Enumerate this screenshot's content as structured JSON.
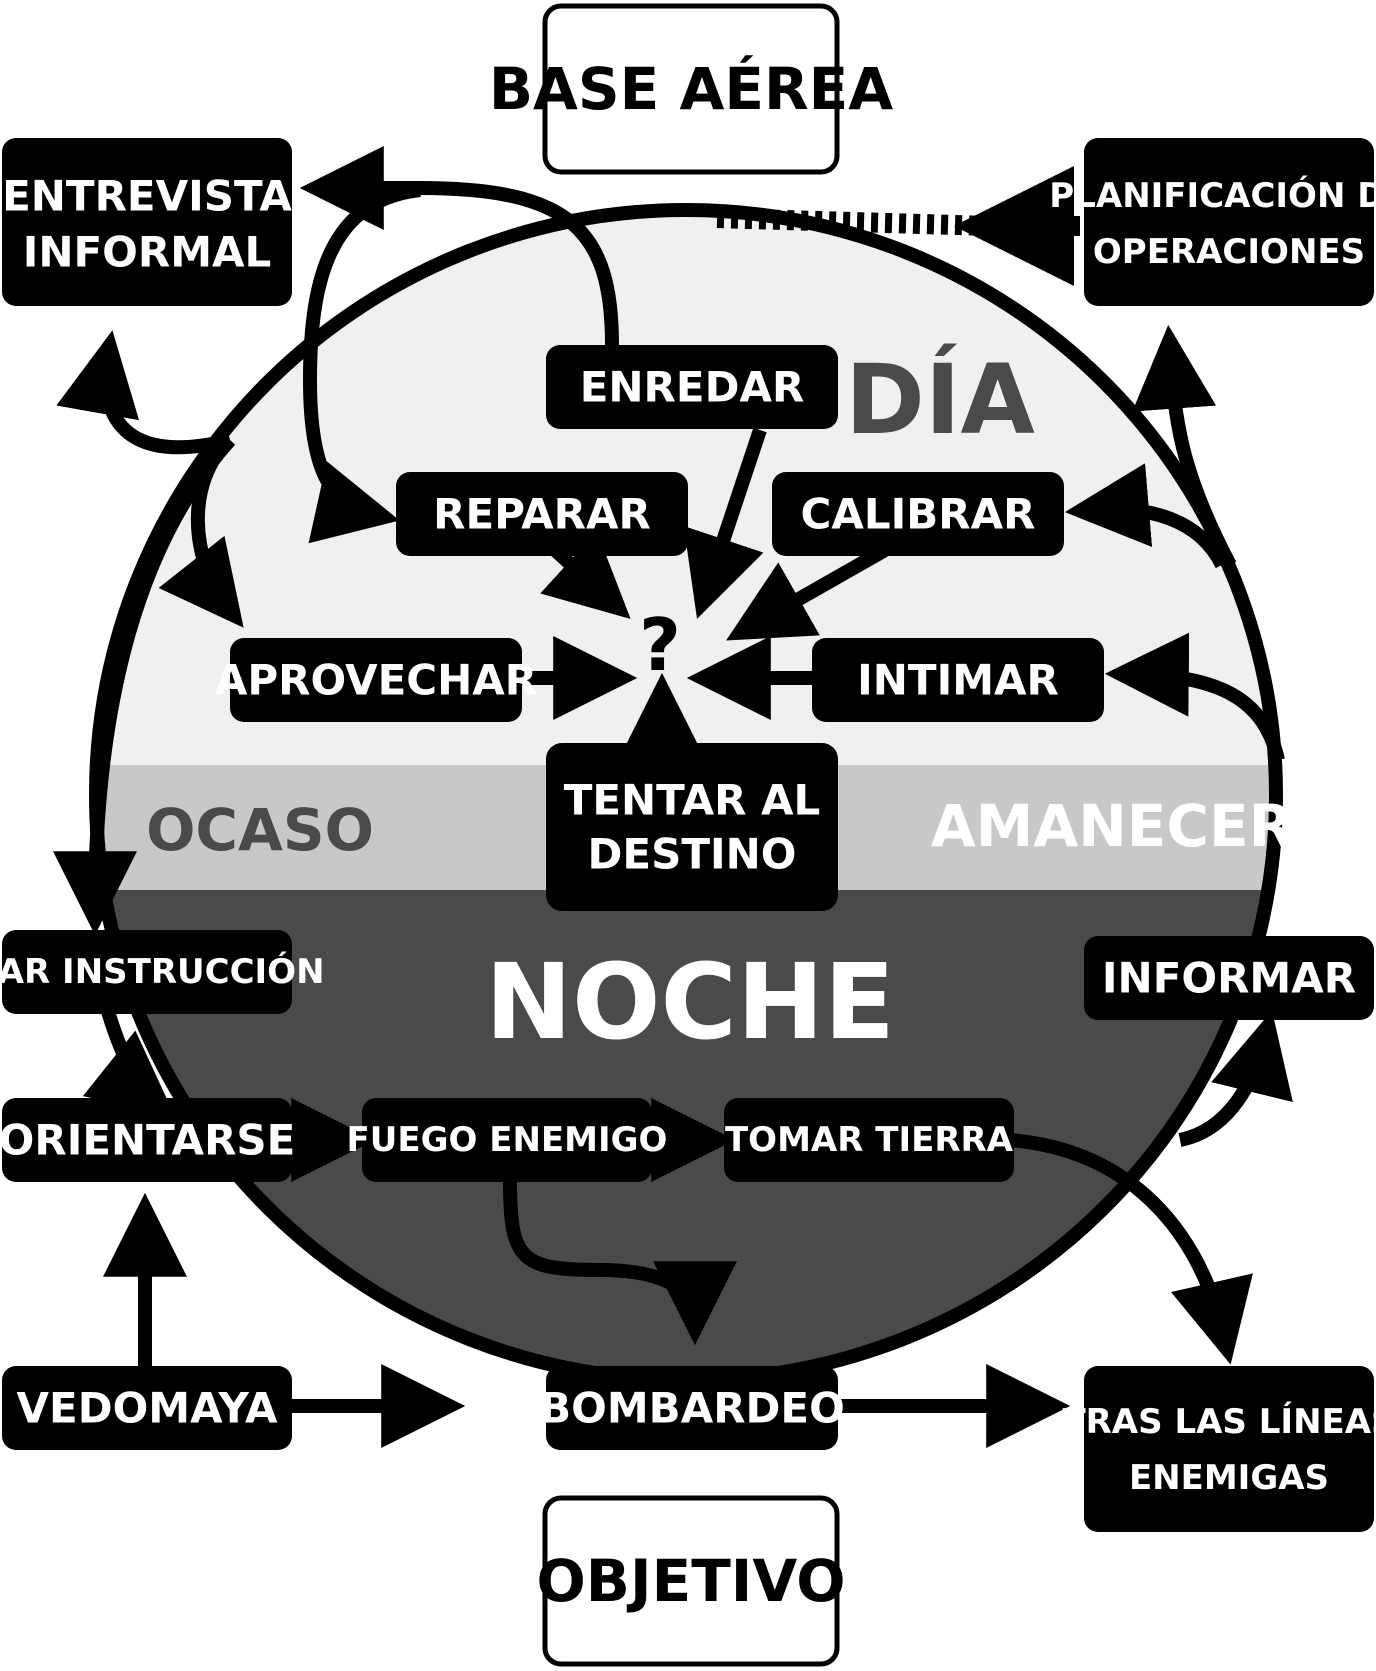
{
  "regions": {
    "day": "DÍA",
    "dusk": "OCASO",
    "dawn": "AMANECER",
    "night": "NOCHE"
  },
  "endpoints": {
    "start": "BASE AÉREA",
    "end": "OBJETIVO"
  },
  "center_mark": "?",
  "nodes": {
    "entrevista": [
      "ENTREVISTA",
      "INFORMAL"
    ],
    "planificacion": [
      "PLANIFICACIÓN DE",
      "OPERACIONES"
    ],
    "enredar": "ENREDAR",
    "reparar": "REPARAR",
    "calibrar": "CALIBRAR",
    "aprovechar": "APROVECHAR",
    "intimar": "INTIMAR",
    "tentar": [
      "TENTAR AL",
      "DESTINO"
    ],
    "dar_instruccion": "DAR INSTRUCCIÓN",
    "informar": "INFORMAR",
    "orientarse": "ORIENTARSE",
    "fuego_enemigo": "FUEGO ENEMIGO",
    "tomar_tierra": "TOMAR TIERRA",
    "vedomaya": "VEDOMAYA",
    "bombardeo": "BOMBARDEO",
    "tras_lineas": [
      "TRAS LAS LÍNEAS",
      "ENEMIGAS"
    ]
  },
  "colors": {
    "day": "#f0f0f0",
    "twilight": "#c8c8c8",
    "night": "#4a4a4a",
    "node": "#000000",
    "node_text": "#ffffff",
    "day_label": "#4a4a4a",
    "dusk_label": "#4a4a4a",
    "dawn_label": "#ffffff",
    "night_label": "#ffffff"
  }
}
